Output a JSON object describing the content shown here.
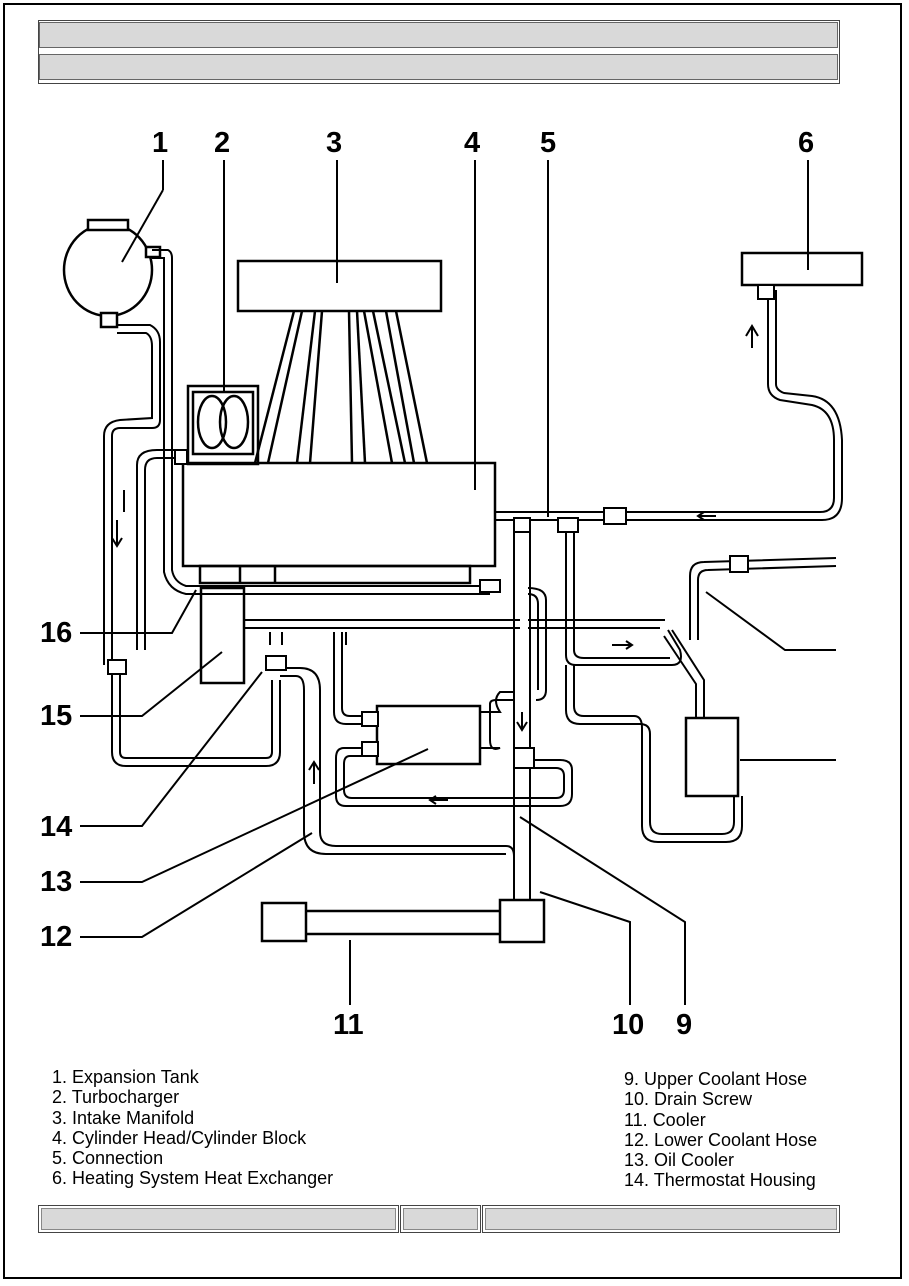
{
  "header": {
    "line1": "",
    "line2": ""
  },
  "callouts": [
    "1",
    "2",
    "3",
    "4",
    "5",
    "6",
    "16",
    "15",
    "14",
    "13",
    "12",
    "11",
    "10",
    "9"
  ],
  "legend": {
    "left": [
      "1. Expansion Tank",
      "2. Turbocharger",
      "3. Intake Manifold",
      "4. Cylinder Head/Cylinder Block",
      "5. Connection",
      "6. Heating System Heat Exchanger"
    ],
    "right": [
      "9. Upper Coolant Hose",
      "10. Drain Screw",
      "11. Cooler",
      "12. Lower Coolant Hose",
      "13. Oil Cooler",
      "14. Thermostat Housing"
    ]
  },
  "footer": {
    "left": "",
    "middle": "",
    "right": ""
  }
}
